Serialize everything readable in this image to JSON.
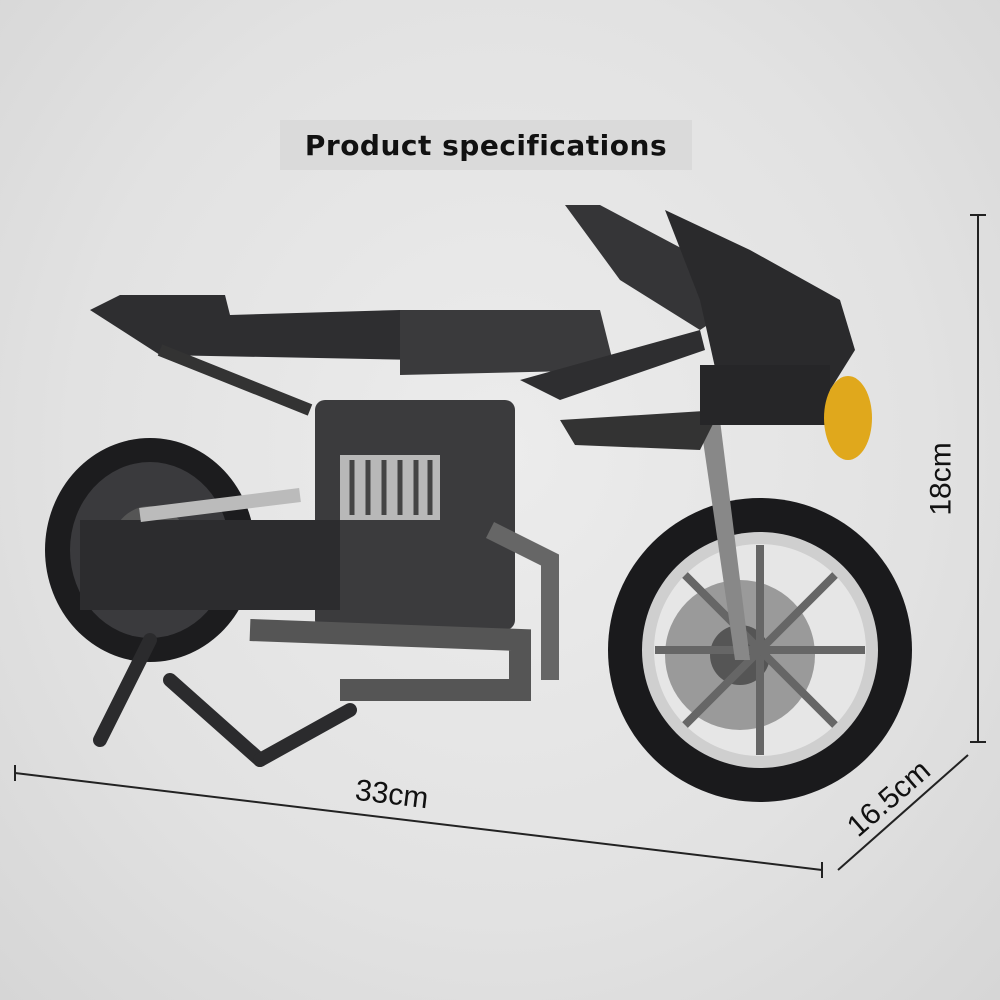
{
  "title": "Product specifications",
  "dimensions": {
    "length": "33cm",
    "height": "18cm",
    "width": "16.5cm"
  },
  "colors": {
    "background": "#e4e4e4",
    "banner": "#dadada",
    "bike": "#2b2b2d",
    "headlight": "#e0a81c"
  }
}
